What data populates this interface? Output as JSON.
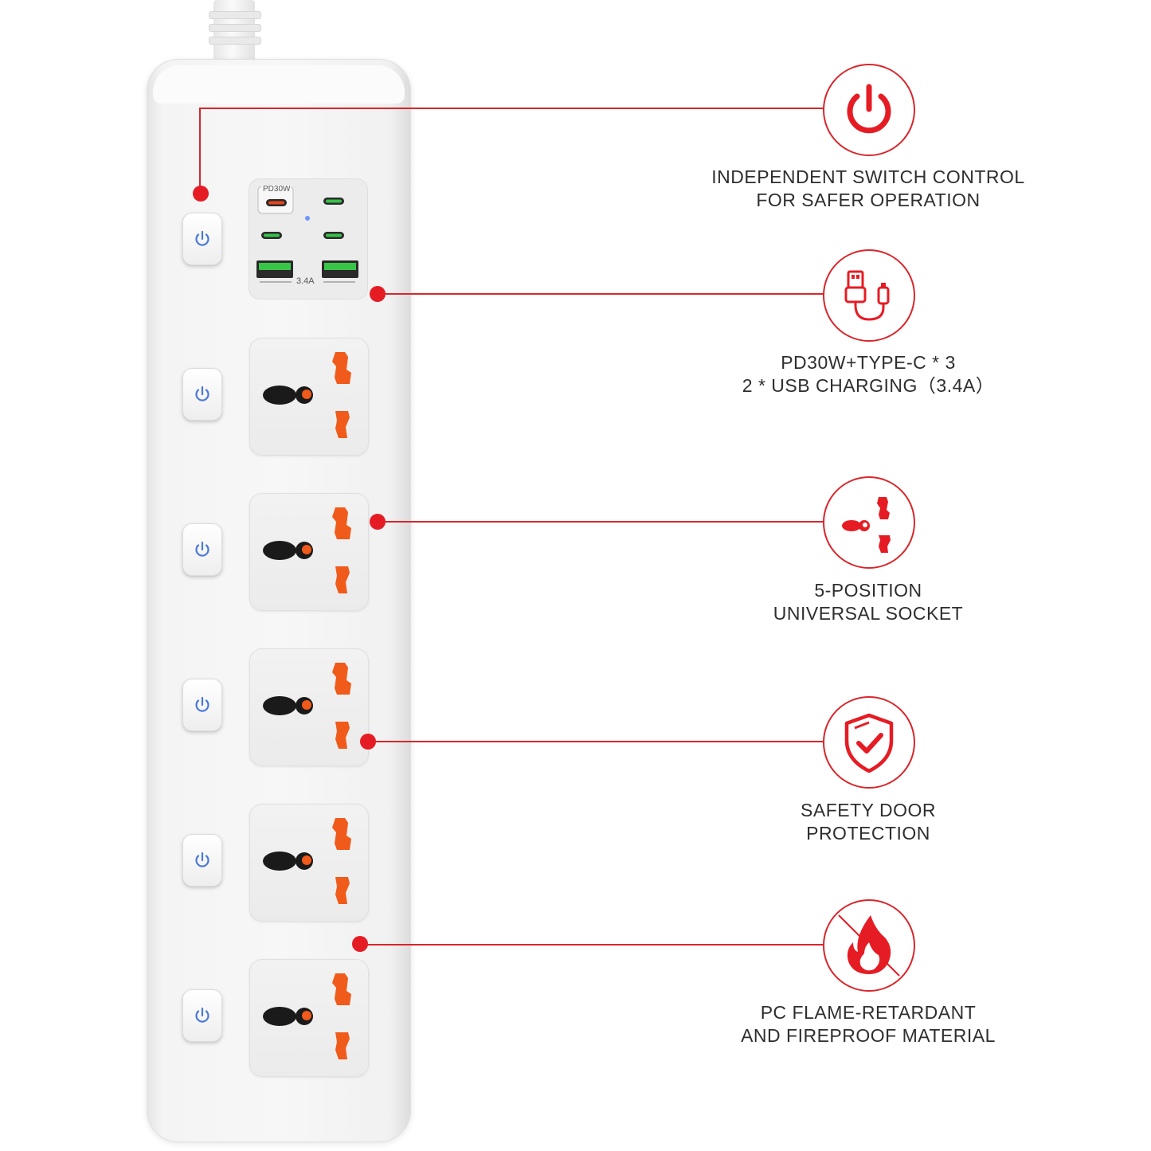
{
  "usb_panel": {
    "pd_label": "PD30W",
    "usb_label": "3.4A"
  },
  "features": [
    {
      "icon": "power-icon",
      "line1": "INDEPENDENT SWITCH CONTROL",
      "line2": "FOR SAFER OPERATION"
    },
    {
      "icon": "usb-cable-icon",
      "line1": "PD30W+TYPE-C * 3",
      "line2": "2 * USB CHARGING（3.4A）"
    },
    {
      "icon": "universal-socket-icon",
      "line1": "5-POSITION",
      "line2": "UNIVERSAL SOCKET"
    },
    {
      "icon": "shield-check-icon",
      "line1": "SAFETY DOOR",
      "line2": "PROTECTION"
    },
    {
      "icon": "no-fire-icon",
      "line1": "PC FLAME-RETARDANT",
      "line2": "AND FIREPROOF MATERIAL"
    }
  ],
  "colors": {
    "accent": "#e61c24",
    "button_icon": "#4a78d8",
    "socket_pin": "#f05a1a"
  }
}
